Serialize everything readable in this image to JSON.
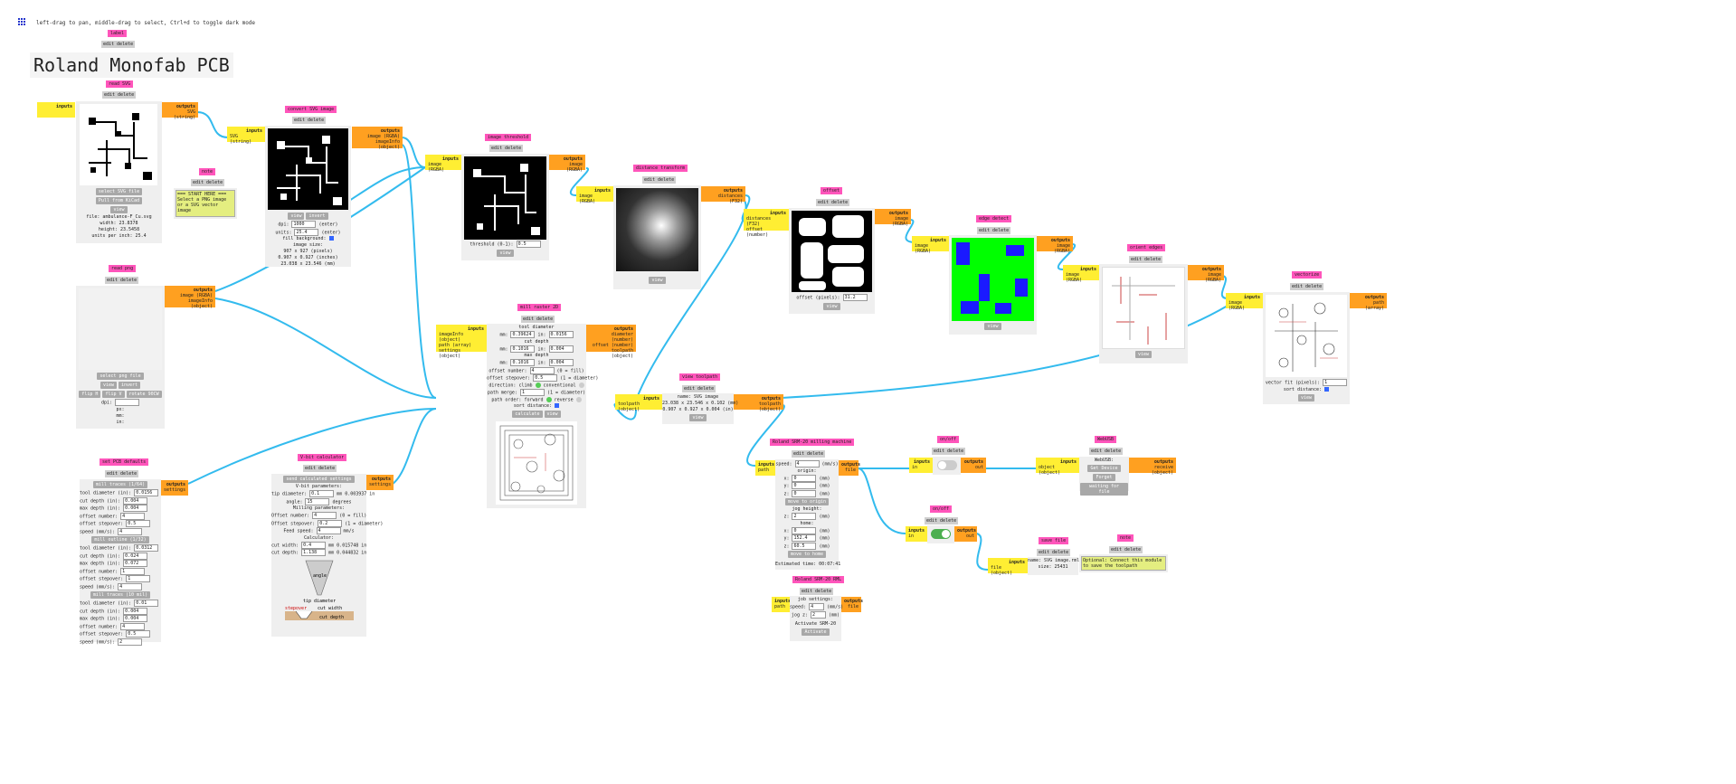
{
  "hint": "left-drag to pan, middle-drag to select, Ctrl+d to toggle dark mode",
  "common": {
    "edit_delete": "edit delete",
    "inputs": "inputs",
    "outputs": "outputs",
    "view": "view",
    "edit": "edit",
    "delete": "delete"
  },
  "label_mod": {
    "tag": "label",
    "title": "Roland Monofab PCB"
  },
  "read_svg": {
    "tag": "read SVG",
    "out": "SVG (string)",
    "btn_select": "select SVG file",
    "btn_pull": "Pull from KiCad",
    "btn_view": "view",
    "file": "file: ambulance-F_Cu.svg",
    "width": "width: 23.8378",
    "height": "height: 23.5458",
    "units": "units per inch: 25.4"
  },
  "note1": {
    "tag": "note",
    "text": "=== START HERE === Select a PNG image or a SVG vector image"
  },
  "convert_svg": {
    "tag": "convert SVG image",
    "in": "SVG (string)",
    "out1": "image (RGBA)",
    "out2": "imageInfo (object)",
    "btn_view": "view",
    "btn_invert": "invert",
    "dpi_label": "dpi:",
    "dpi": "1000",
    "dpi_unit": "(enter)",
    "units_label": "units:",
    "units": "25.4",
    "units_unit": "(enter)",
    "fill": "fill background:",
    "size_h": "image size:",
    "size1": "907 x 927 (pixels)",
    "size2": "0.907 x 0.927 (inches)",
    "size3": "23.038 x 23.546 (mm)"
  },
  "threshold": {
    "tag": "image threshold",
    "in": "image (RGBA)",
    "out": "image (RGBA)",
    "label": "threshold (0-1):",
    "value": "0.5",
    "btn": "view"
  },
  "distance": {
    "tag": "distance transform",
    "in": "image (RGBA)",
    "out": "distances (F32)",
    "btn": "view"
  },
  "offset": {
    "tag": "offset",
    "in1": "distances (F32)",
    "in2": "offset (number)",
    "out": "image (RGBA)",
    "label": "offset (pixels):",
    "value": "31.2",
    "btn": "view"
  },
  "edge": {
    "tag": "edge detect",
    "in": "image (RGBA)",
    "out": "image (RGBA)",
    "btn": "view"
  },
  "orient": {
    "tag": "orient edges",
    "in": "image (RGBA)",
    "out": "image (RGBA)",
    "btn": "view"
  },
  "vectorize": {
    "tag": "vectorize",
    "in": "image (RGBA)",
    "out": "path (array)",
    "label": "vector fit (pixels):",
    "value": "1",
    "sort": "sort distance:",
    "btn": "view"
  },
  "read_png": {
    "tag": "read png",
    "out1": "image (RGBA)",
    "out2": "imageInfo (object)",
    "btn_select": "select png file",
    "btn_view": "view",
    "btn_invert": "invert",
    "btn_flipH": "flip H",
    "btn_flipV": "flip V",
    "btn_rotate": "rotate 90CW",
    "dpi": "dpi:",
    "px": "px:",
    "mm": "mm:",
    "in": "in:"
  },
  "mill": {
    "tag": "mill raster 2D",
    "in1": "imageInfo (object)",
    "in2": "path (array)",
    "in3": "settings (object)",
    "out1": "diameter (number)",
    "out2": "offset (number)",
    "out3": "toolpath (object)",
    "tool_d": "tool diameter",
    "mm1": "0.39624",
    "in1v": "0.0156",
    "cut_depth": "cut depth",
    "mm2": "0.1016",
    "in2v": "0.004",
    "max_depth": "max depth",
    "mm3": "0.1016",
    "in3v": "0.004",
    "offset_number": "offset number:",
    "offset_number_v": "4",
    "offset_number_note": "(0 = fill)",
    "stepover": "offset stepover:",
    "stepover_v": "0.5",
    "stepover_note": "(1 = diameter)",
    "direction": "direction: climb",
    "conventional": "conventional",
    "merge": "path merge:",
    "merge_v": "1",
    "merge_note": "(1 = diameter)",
    "order": "path order: forward",
    "reverse": "reverse",
    "sort": "sort distance:",
    "btn_calc": "calculate",
    "btn_view": "view",
    "mm_label": "mm:",
    "in_label": "in:"
  },
  "view_toolpath": {
    "tag": "view toolpath",
    "in": "toolpath (object)",
    "out": "toolpath (object)",
    "name": "name: SVG image",
    "dim1": "23.038 x 23.546 x 0.102 (mm)",
    "dim2": "0.907 x 0.927 x 0.004 (in)",
    "btn": "view"
  },
  "pcb": {
    "tag": "set PCB defaults",
    "out": "settings",
    "btn1": "mill traces (1/64)",
    "btn2": "mill outline (1/32)",
    "btn3": "mill traces (10 mil)",
    "r1": [
      "tool diameter (in):",
      "cut depth (in):",
      "max depth (in):",
      "offset number:",
      "offset stepover:",
      "speed (mm/s):"
    ],
    "v1": [
      "0.0156",
      "0.004",
      "0.004",
      "4",
      "0.5",
      "4"
    ],
    "v2": [
      "0.0312",
      "0.024",
      "0.072",
      "1",
      "1",
      "4"
    ],
    "v3": [
      "0.01",
      "0.004",
      "0.004",
      "4",
      "0.5",
      "2"
    ]
  },
  "vbit": {
    "tag": "V-bit calculator",
    "out": "settings",
    "btn": "send calculated settings",
    "params": "V-bit parameters:",
    "tip": "tip diameter:",
    "tip_v": "0.1",
    "tip_u": "mm 0.003937 in",
    "angle": "angle:",
    "angle_v": "15",
    "angle_u": "degrees",
    "milling": "Milling parameters:",
    "off_n": "Offset number:",
    "off_n_v": "4",
    "off_n_u": "(0 = fill)",
    "off_s": "Offset stepover:",
    "off_s_v": "0.2",
    "off_s_u": "(1 = diameter)",
    "feed": "Feed speed:",
    "feed_v": "4",
    "feed_u": "mm/s",
    "calc": "Calculator:",
    "cw": "cut width:",
    "cw_v": "0.4",
    "cw_u": "mm 0.015748 in",
    "cd": "cut depth:",
    "cd_v": "1.138",
    "cd_u": "mm 0.044832 in",
    "fig_angle": "angle",
    "fig_tip": "tip diameter",
    "fig_stepover": "stepover",
    "fig_cutwidth": "cut width",
    "fig_cutdepth": "cut depth"
  },
  "srm": {
    "tag": "Roland SRM-20 milling machine",
    "in": "path",
    "out": "file",
    "speed_label": "speed:",
    "speed": "4",
    "speed_u": "(mm/s)",
    "origin": "origin:",
    "x_label": "x:",
    "y_label": "y:",
    "z_label": "z:",
    "ox": "0",
    "oy": "0",
    "oz": "0",
    "mm": "(mm)",
    "btn_origin": "move to origin",
    "jog": "jog height:",
    "jz": "2",
    "home": "home:",
    "hx": "0",
    "hy": "152.4",
    "hz": "60.5",
    "btn_home": "move to home",
    "time": "Estimated time: 00:07:41"
  },
  "srm_rml": {
    "tag": "Roland SRM-20 RML",
    "in": "path",
    "out": "file",
    "job": "job settings:",
    "speed_label": "speed:",
    "speed": "4",
    "speed_u": "(mm/s)",
    "jog_label": "jog z:",
    "jog": "2",
    "jog_u": "(mm)",
    "activate": "Activate SRM-20",
    "btn": "Activate"
  },
  "onoff1": {
    "tag": "on/off",
    "in": "in",
    "out": "out"
  },
  "onoff2": {
    "tag": "on/off",
    "in": "in",
    "out": "out"
  },
  "webusb": {
    "tag": "WebUSB",
    "in": "object (object)",
    "out": "receive (object)",
    "label": "WebUSB:",
    "btn1": "Get Device",
    "btn2": "Forget",
    "btn3": "waiting for file"
  },
  "save": {
    "tag": "save file",
    "in": "file (object)",
    "name": "name: SVG image.rml",
    "size": "size: 25431"
  },
  "note2": {
    "tag": "note",
    "text": "Optional: Connect this module to save the toolpath"
  }
}
